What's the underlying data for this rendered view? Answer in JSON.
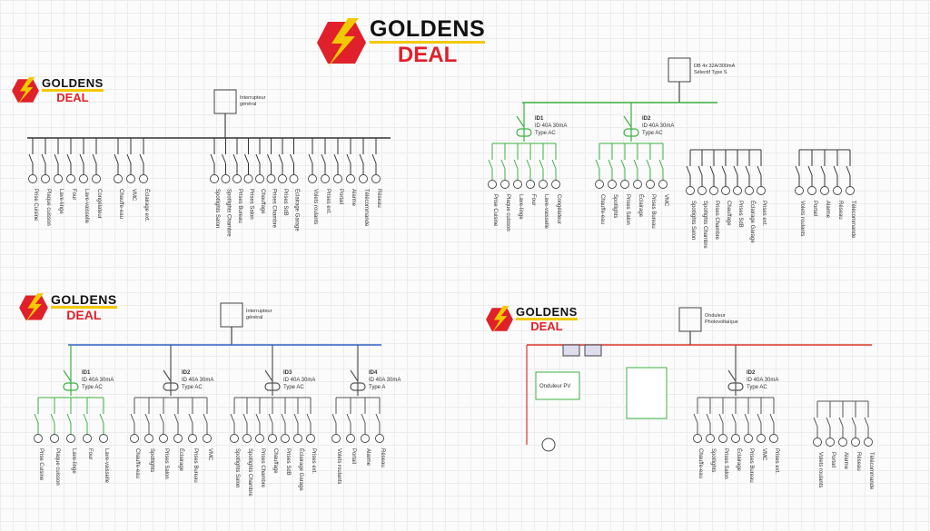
{
  "logo": {
    "line1": "GOLDENS",
    "line2": "DEAL",
    "colors": {
      "red": "#e0202a",
      "yellow": "#f2c800",
      "black": "#111111"
    }
  },
  "panels": [
    {
      "name": "top-left",
      "bus_color": "#333333",
      "main_label": [
        "Interrupteur",
        "général"
      ],
      "groups": [
        {
          "color": "#333333",
          "title": "",
          "lines": [],
          "branches": [
            "Prise Cuisine",
            "Plaque cuisson",
            "Lave-linge",
            "Four",
            "Lave-vaisselle",
            "Congélateur"
          ]
        },
        {
          "color": "#333333",
          "title": "",
          "lines": [],
          "branches": [
            "Chauffe-eau",
            "VMC",
            "Éclairage ext."
          ]
        },
        {
          "color": "#333333",
          "title": "",
          "lines": [],
          "branches": [
            "Spotlights Salon",
            "Spotlights Chambre",
            "Prises Bureau",
            "Prises Salon",
            "Chauffage",
            "Prises Chambre",
            "Prises SdB",
            "Éclairage Garage"
          ]
        },
        {
          "color": "#333333",
          "title": "",
          "lines": [],
          "branches": [
            "Volets roulants",
            "Prises ext.",
            "Portail",
            "Alarme",
            "Télécommande",
            "Réseau"
          ]
        }
      ]
    },
    {
      "name": "top-right",
      "bus_color": "#3cb043",
      "main_label": [
        "DB 4x 32A/300mA",
        "Sélectif Type S"
      ],
      "groups": [
        {
          "color": "#3cb043",
          "title": "ID1",
          "lines": [
            "ID 40A 30mA",
            "Type AC"
          ],
          "branches": [
            "Prise Cuisine",
            "Plaque cuisson",
            "Lave-linge",
            "Four",
            "Lave-vaisselle",
            "Congélateur"
          ]
        },
        {
          "color": "#3cb043",
          "title": "ID2",
          "lines": [
            "ID 40A 30mA",
            "Type AC"
          ],
          "branches": [
            "Chauffe-eau",
            "Spotlights",
            "Prises Salon",
            "Éclairage",
            "Prises Bureau",
            "VMC"
          ]
        },
        {
          "color": "#333333",
          "title": "",
          "lines": [],
          "branches": [
            "Spotlights Salon",
            "Spotlights Chambre",
            "Prises Chambre",
            "Chauffage",
            "Prises SdB",
            "Éclairage Garage",
            "Prises ext."
          ]
        },
        {
          "color": "#333333",
          "title": "",
          "lines": [],
          "branches": [
            "Volets roulants",
            "Portail",
            "Alarme",
            "Réseau",
            "Télécommande"
          ]
        }
      ]
    },
    {
      "name": "bottom-left",
      "bus_color": "#2f5fc4",
      "main_label": [
        "Interrupteur",
        "général"
      ],
      "groups": [
        {
          "color": "#3cb043",
          "title": "ID1",
          "lines": [
            "ID 40A 30mA",
            "Type AC"
          ],
          "branches": [
            "Prise Cuisine",
            "Plaque cuisson",
            "Lave-linge",
            "Four",
            "Lave-vaisselle"
          ]
        },
        {
          "color": "#555555",
          "title": "ID2",
          "lines": [
            "ID 40A 30mA",
            "Type AC"
          ],
          "branches": [
            "Chauffe-eau",
            "Spotlights",
            "Prises Salon",
            "Éclairage",
            "Prises Bureau",
            "VMC"
          ]
        },
        {
          "color": "#555555",
          "title": "ID3",
          "lines": [
            "ID 40A 30mA",
            "Type AC"
          ],
          "branches": [
            "Spotlights Salon",
            "Spotlights Chambre",
            "Prises Chambre",
            "Chauffage",
            "Prises SdB",
            "Éclairage Garage",
            "Prises ext."
          ]
        },
        {
          "color": "#555555",
          "title": "ID4",
          "lines": [
            "ID 40A 30mA",
            "Type A"
          ],
          "branches": [
            "Volets roulants",
            "Portail",
            "Alarme",
            "Réseau"
          ]
        }
      ]
    },
    {
      "name": "bottom-right",
      "bus_color": "#d9342b",
      "main_label": [
        "Onduleur",
        "Photovoltaïque"
      ],
      "groups": [
        {
          "color": "#3cb043",
          "title": "",
          "lines": [
            "Onduleur PV"
          ],
          "branches": []
        },
        {
          "color": "#555555",
          "title": "ID2",
          "lines": [
            "ID 40A 30mA",
            "Type AC"
          ],
          "branches": [
            "Chauffe-eau",
            "Spotlights",
            "Prises Salon",
            "Éclairage",
            "Prises Bureau",
            "VMC",
            "Prises ext."
          ]
        },
        {
          "color": "#555555",
          "title": "",
          "lines": [],
          "branches": [
            "Volets roulants",
            "Portail",
            "Alarme",
            "Réseau",
            "Télécommande"
          ]
        }
      ]
    }
  ]
}
